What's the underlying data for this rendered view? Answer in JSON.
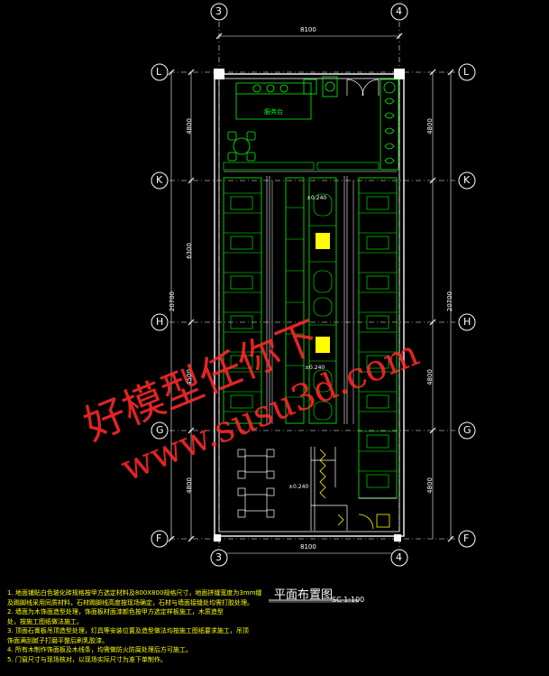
{
  "drawing": {
    "title": "平面布置图",
    "scale": "SC 1:100",
    "axis_labels": {
      "top": [
        "3",
        "4"
      ],
      "bottom": [
        "3",
        "4"
      ],
      "left": [
        "L",
        "K",
        "H",
        "G",
        "F"
      ],
      "right": [
        "L",
        "K",
        "H",
        "G",
        "F"
      ]
    },
    "dimensions": {
      "top": "8100",
      "bottom": "8100",
      "left_total": "20700",
      "right_total": "20700",
      "segments": [
        "4800",
        "6300",
        "4500",
        "4800"
      ],
      "right_segments": [
        "4800",
        "4800",
        "4800"
      ]
    },
    "room_label": "服务台",
    "levels": [
      "±0.240",
      "±0.240",
      "±0.240"
    ],
    "notes": [
      "1. 地面铺贴白色玻化砖规格按甲方选定材料及800X800规格尺寸，地面拼缝宽度为3mm缝隙处理",
      "及踢脚线采用同质材料，石材踢脚线高度按现场确定，石材与墙面接缝处均需打胶处理。",
      "2. 墙面为木饰面造型处理，饰面板材面漆颜色按甲方选定样板施工，木质造型",
      "处，按施工图纸做法施工。",
      "3. 顶面石膏板吊顶造型处理，灯具等安装位置及造型做法均按施工图纸要求施工，吊顶",
      "饰面满刮腻子打磨平整后刷乳胶漆。",
      "4. 所有木制作饰面板及木线条，均需做防火防腐处理后方可施工。",
      "5. 门窗尺寸与现场核对，以现场实际尺寸为准下单制作。"
    ]
  },
  "watermark": {
    "text_cn": "好模型任你下",
    "text_url": "www.susu3d.com"
  },
  "colors": {
    "background": "#000000",
    "axis": "#ffffff",
    "walls": "#ffffff",
    "furniture": "#00ff00",
    "fixtures": "#ffff00",
    "dimension": "#ffffff",
    "watermark": "#ff2a2a"
  }
}
